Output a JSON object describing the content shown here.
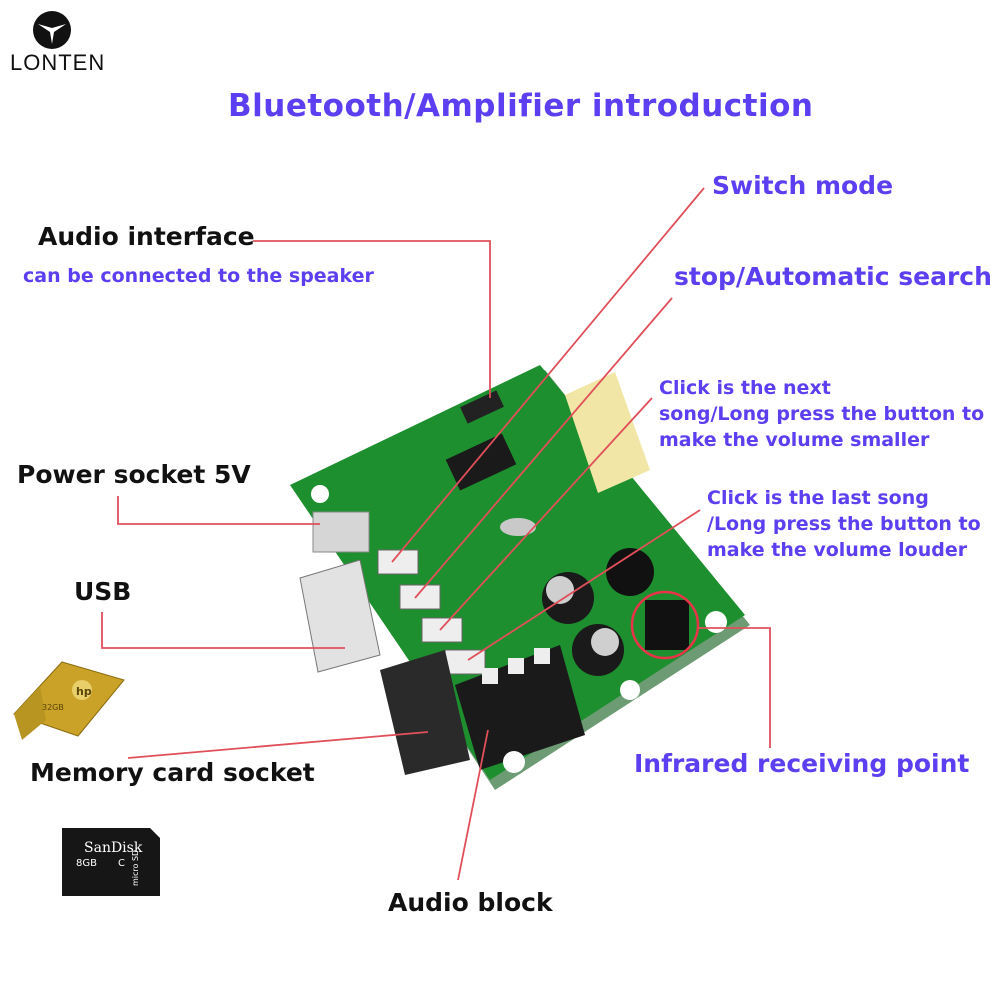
{
  "brand": {
    "name": "LONTEN"
  },
  "title": "Bluetooth/Amplifier   introduction",
  "labels": {
    "switch_mode": "Switch mode",
    "audio_interface": "Audio interface",
    "audio_interface_sub": "can be connected to the speaker",
    "stop_search": "stop/Automatic search",
    "next_song_1": "Click is the next",
    "next_song_2": "song/Long press the button to",
    "next_song_3": "make the volume smaller",
    "power_socket": "Power socket  5V",
    "last_song_1": "Click is the last song",
    "last_song_2": "/Long press the button to",
    "last_song_3": "make the volume louder",
    "usb": "USB",
    "infrared": "Infrared receiving point",
    "memory_card": "Memory card socket",
    "audio_block": "Audio block"
  },
  "usb_drive": {
    "brand": "hp",
    "capacity": "32GB"
  },
  "sd_card": {
    "brand": "SanDisk",
    "capacity": "8GB",
    "class_mark": "C",
    "type": "micro SD"
  },
  "colors": {
    "title_blue": "#5b3ff0",
    "leader_red": "#e0505a",
    "pcb_green": "#1d8f2e"
  }
}
